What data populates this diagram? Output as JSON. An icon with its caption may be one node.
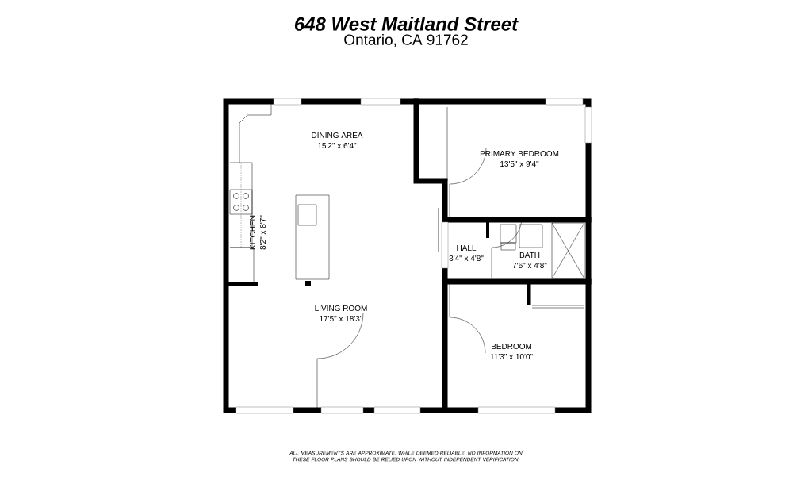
{
  "diagram": {
    "title": "648 West Maitland Street",
    "caption": "ALL MEASUREMENTS ARE APPROXIMATE, WHILE DEEMED RELIABLE, NO INFORMATION ON THESE FLOOR PLANS SHOULD BE RELIED UPON WITHOUT INDEPENDENT VERIFICATION.",
    "nodes": [
      {
        "text": [
          "DINING AREA",
          "15'2\" x 6'4\""
        ]
      },
      {
        "text": [
          "PRIMARY BEDROOM",
          "13'5\" x 9'4\""
        ]
      },
      {
        "text": [
          "KITCHEN",
          "8'2\" x 8'7\""
        ]
      },
      {
        "text": [
          "HALL",
          "3'4\" x 4'8\""
        ]
      },
      {
        "text": [
          "BATH",
          "7'6\" x 4'8\""
        ]
      },
      {
        "text": [
          "LIVING ROOM",
          "17'5\" x 18'3\""
        ]
      },
      {
        "text": [
          "BEDROOM",
          "11'3\" x 10'0\""
        ]
      }
    ],
    "labels": [
      "Ontario, CA 91762"
    ]
  }
}
